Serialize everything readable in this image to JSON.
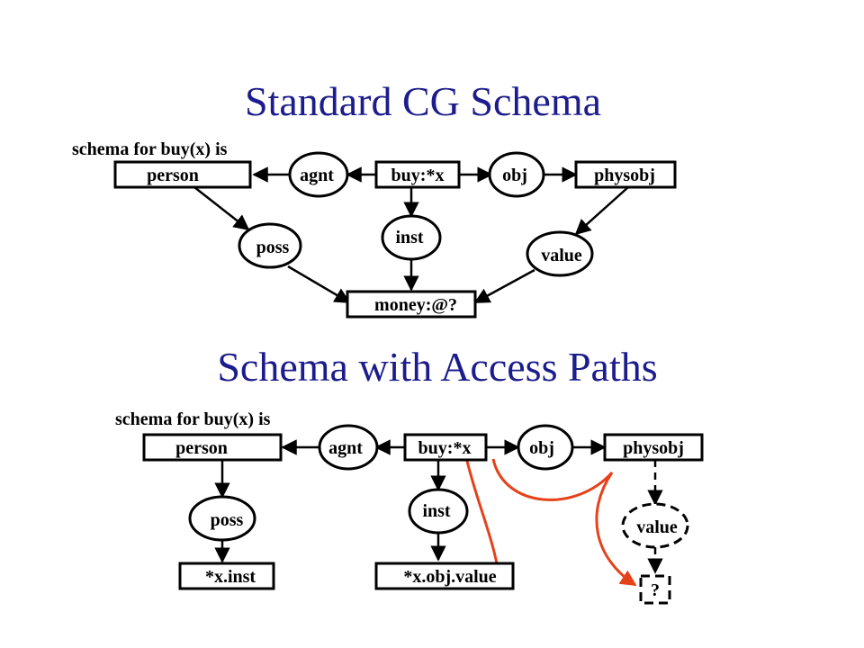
{
  "diagram1": {
    "title": "Standard CG Schema",
    "caption": "schema for buy(x) is",
    "person": "person",
    "agnt": "agnt",
    "buy": "buy:*x",
    "obj": "obj",
    "physobj": "physobj",
    "poss": "poss",
    "inst": "inst",
    "value": "value",
    "money": "money:@?"
  },
  "diagram2": {
    "title": "Schema with Access Paths",
    "caption": "schema for buy(x) is",
    "person": "person",
    "agnt": "agnt",
    "buy": "buy:*x",
    "obj": "obj",
    "physobj": "physobj",
    "poss": "poss",
    "inst": "inst",
    "value": "value",
    "xinst": "*x.inst",
    "xobjvalue": "*x.obj.value",
    "unknown": "?"
  },
  "colors": {
    "title": "#1c1c8c",
    "access_path": "#e5421a"
  }
}
